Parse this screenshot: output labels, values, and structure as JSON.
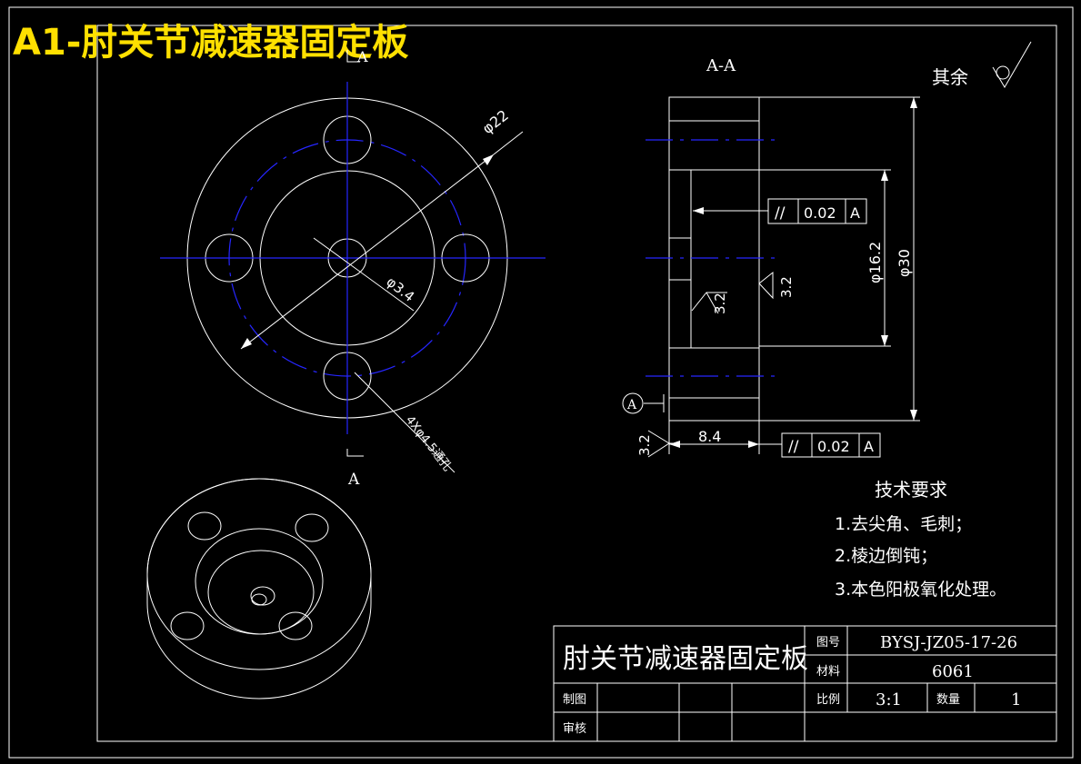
{
  "banner": {
    "title": "A1-肘关节减速器固定板",
    "color": "#ffe000"
  },
  "colors": {
    "background": "#000000",
    "line": "#ffffff",
    "center_line": "#2626ff"
  },
  "front_view": {
    "dim_outer": "φ22",
    "dim_center": "φ3.4",
    "dim_holes": "4Xφ4.5通孔",
    "section_mark_top": "A",
    "section_mark_bottom": "A"
  },
  "section_view": {
    "title": "A-A",
    "roughness_other_label": "其余",
    "tolerance_1": {
      "symbol": "//",
      "value": "0.02",
      "datum": "A"
    },
    "tolerance_2": {
      "symbol": "//",
      "value": "0.02",
      "datum": "A"
    },
    "dim_inner": "φ16.2",
    "dim_outer": "φ30",
    "dim_thickness": "8.4",
    "roughness_1": "3.2",
    "roughness_2": "3.2",
    "roughness_3": "3.2",
    "datum_label": "A"
  },
  "tech_requirements": {
    "heading": "技术要求",
    "items": [
      "1.去尖角、毛刺；",
      "2.棱边倒钝；",
      "3.本色阳极氧化处理。"
    ]
  },
  "title_block": {
    "part_name": "肘关节减速器固定板",
    "drawing_no_label": "图号",
    "drawing_no": "BYSJ-JZ05-17-26",
    "material_label": "材料",
    "material": "6061",
    "scale_label": "比例",
    "scale": "3:1",
    "qty_label": "数量",
    "qty": "1",
    "drawn_label": "制图",
    "checked_label": "审核"
  }
}
